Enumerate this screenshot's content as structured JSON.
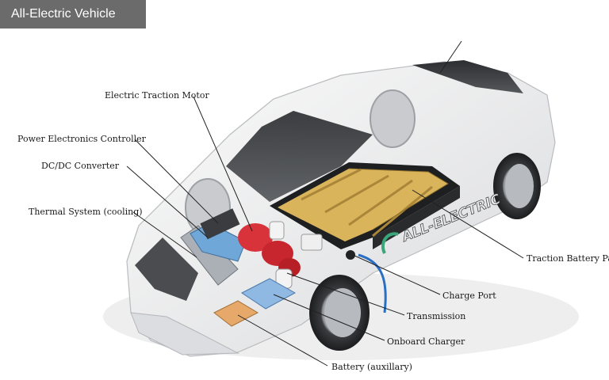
{
  "header": {
    "title": "All-Electric Vehicle"
  },
  "car": {
    "side_text": "ALL-ELECTRIC"
  },
  "labels": {
    "motor": "Electric Traction Motor",
    "pec": "Power Electronics Controller",
    "dcdc": "DC/DC Converter",
    "thermal": "Thermal System (cooling)",
    "battery_pack": "Traction Battery Pack",
    "charge_port": "Charge Port",
    "transmission": "Transmission",
    "onboard_charger": "Onboard Charger",
    "battery_aux": "Battery (auxillary)"
  },
  "colors": {
    "header_bg": "#6b6b6b",
    "battery_cells": "#d9b45a",
    "motor": "#d8323a",
    "converter": "#6fa7d8",
    "charge_cable": "#2a6fc4"
  }
}
